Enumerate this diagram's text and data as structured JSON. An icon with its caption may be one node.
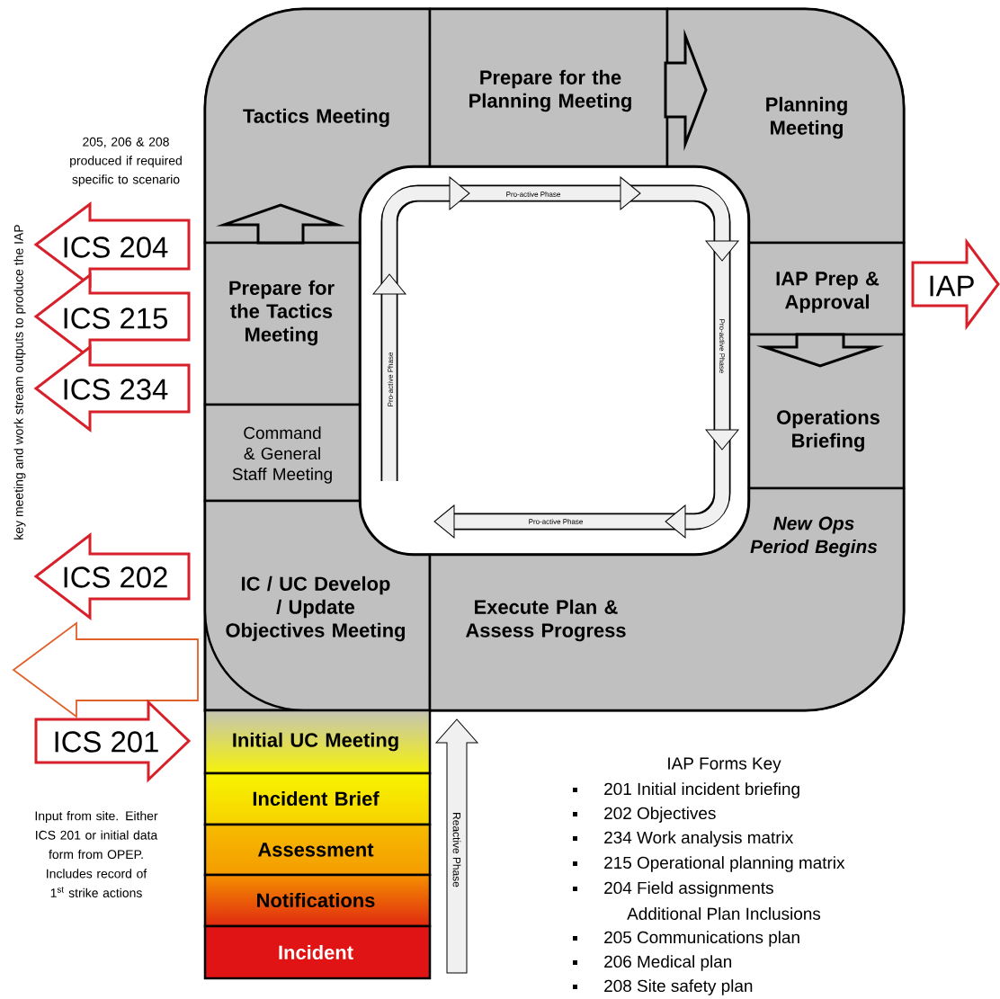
{
  "diagram": {
    "nodes": [
      {
        "text": [
          "Tactics Meeting"
        ]
      },
      {
        "text": [
          "Prepare for the Planning Meeting"
        ]
      },
      {
        "text": [
          "Planning Meeting"
        ]
      },
      {
        "text": [
          "Prepare for the Tactics Meeting"
        ]
      },
      {
        "text": [
          "IAP Prep & Approval"
        ]
      },
      {
        "text": [
          "Command & General Staff Meeting"
        ]
      },
      {
        "text": [
          "Operations Briefing"
        ]
      },
      {
        "text": [
          "IC / UC Develop / Update Objectives Meeting"
        ]
      },
      {
        "text": [
          "New Ops Period Begins",
          "Execute Plan & Assess Progress"
        ]
      },
      {
        "text": [
          "Initial UC Meeting"
        ]
      },
      {
        "text": [
          "Incident Brief"
        ]
      },
      {
        "text": [
          "Assessment"
        ]
      },
      {
        "text": [
          "Notifications"
        ]
      },
      {
        "text": [
          "Incident"
        ]
      }
    ],
    "edges": [
      {
        "from": 1,
        "to": 2,
        "arrow": "to",
        "color": "#000000"
      },
      {
        "from": 3,
        "to": 0,
        "arrow": "to",
        "color": "#000000"
      },
      {
        "from": 4,
        "to": 6,
        "arrow": "to",
        "color": "#000000"
      },
      {
        "from": 0,
        "to": null,
        "arrow": "to",
        "label": "ICS 204"
      },
      {
        "from": 3,
        "to": null,
        "arrow": "to",
        "label": "ICS 215"
      },
      {
        "from": 3,
        "to": null,
        "arrow": "to",
        "label": "ICS 234"
      },
      {
        "from": 7,
        "to": null,
        "arrow": "to",
        "label": "ICS 202"
      },
      {
        "from": 7,
        "to": null,
        "arrow": "to",
        "color": "#e0602a"
      },
      {
        "from": null,
        "to": 9,
        "arrow": "to",
        "label": "ICS 201"
      },
      {
        "from": 4,
        "to": null,
        "arrow": "to",
        "label": "IAP"
      }
    ],
    "labels": [
      "205, 206 & 208 produced if required specific to scenario",
      "key meeting and work stream outputs to produce the IAP",
      "Pro-active Phase",
      "Pro-active Phase",
      "Pro-active Phase",
      "Pro-active Phase",
      "Input from site. Either ICS 201 or initial data form from OPEP. Includes record of 1$^{st}$ strike actions",
      "Reactive Phase",
      "IAP Forms Key",
      "201 Initial incident briefing",
      "202 Objectives",
      "234 Work analysis matrix",
      "215 Operational planning matrix",
      "204 Field assignments",
      "Additional Plan Inclusions",
      "205 Communications plan",
      "206 Medical plan",
      "208 Site safety plan"
    ]
  }
}
